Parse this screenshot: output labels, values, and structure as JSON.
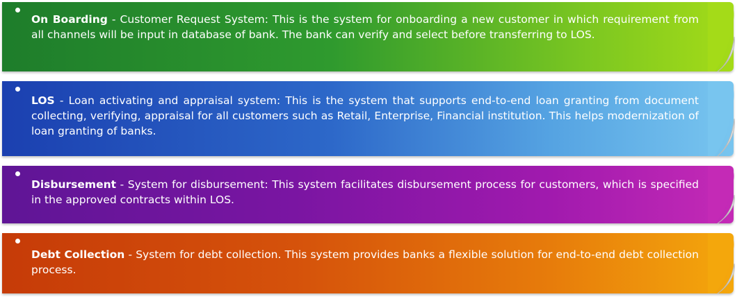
{
  "items": [
    {
      "title": "On Boarding",
      "separator": " - ",
      "text": "Customer Request System: This is the system for onboarding a new customer in which requirement from all channels will be input in database of bank. The bank can verify and select before transferring to LOS.",
      "color": "#2f9a2e"
    },
    {
      "title": "LOS",
      "separator": " - ",
      "text": "Loan activating and appraisal system: This is the system that supports end-to-end loan granting from document collecting, verifying, appraisal for all customers such as Retail, Enterprise, Financial institution. This helps modernization of loan granting of banks.",
      "color": "#2d68c9"
    },
    {
      "title": "Disbursement",
      "separator": " - ",
      "text": "System for disbursement: This system facilitates disbursement process for customers, which is specified in the approved contracts within LOS.",
      "color": "#7a15a2"
    },
    {
      "title": "Debt Collection",
      "separator": " - ",
      "text": "System for debt collection. This system provides banks a flexible solution for end-to-end debt collection process.",
      "color": "#d5520b"
    }
  ]
}
